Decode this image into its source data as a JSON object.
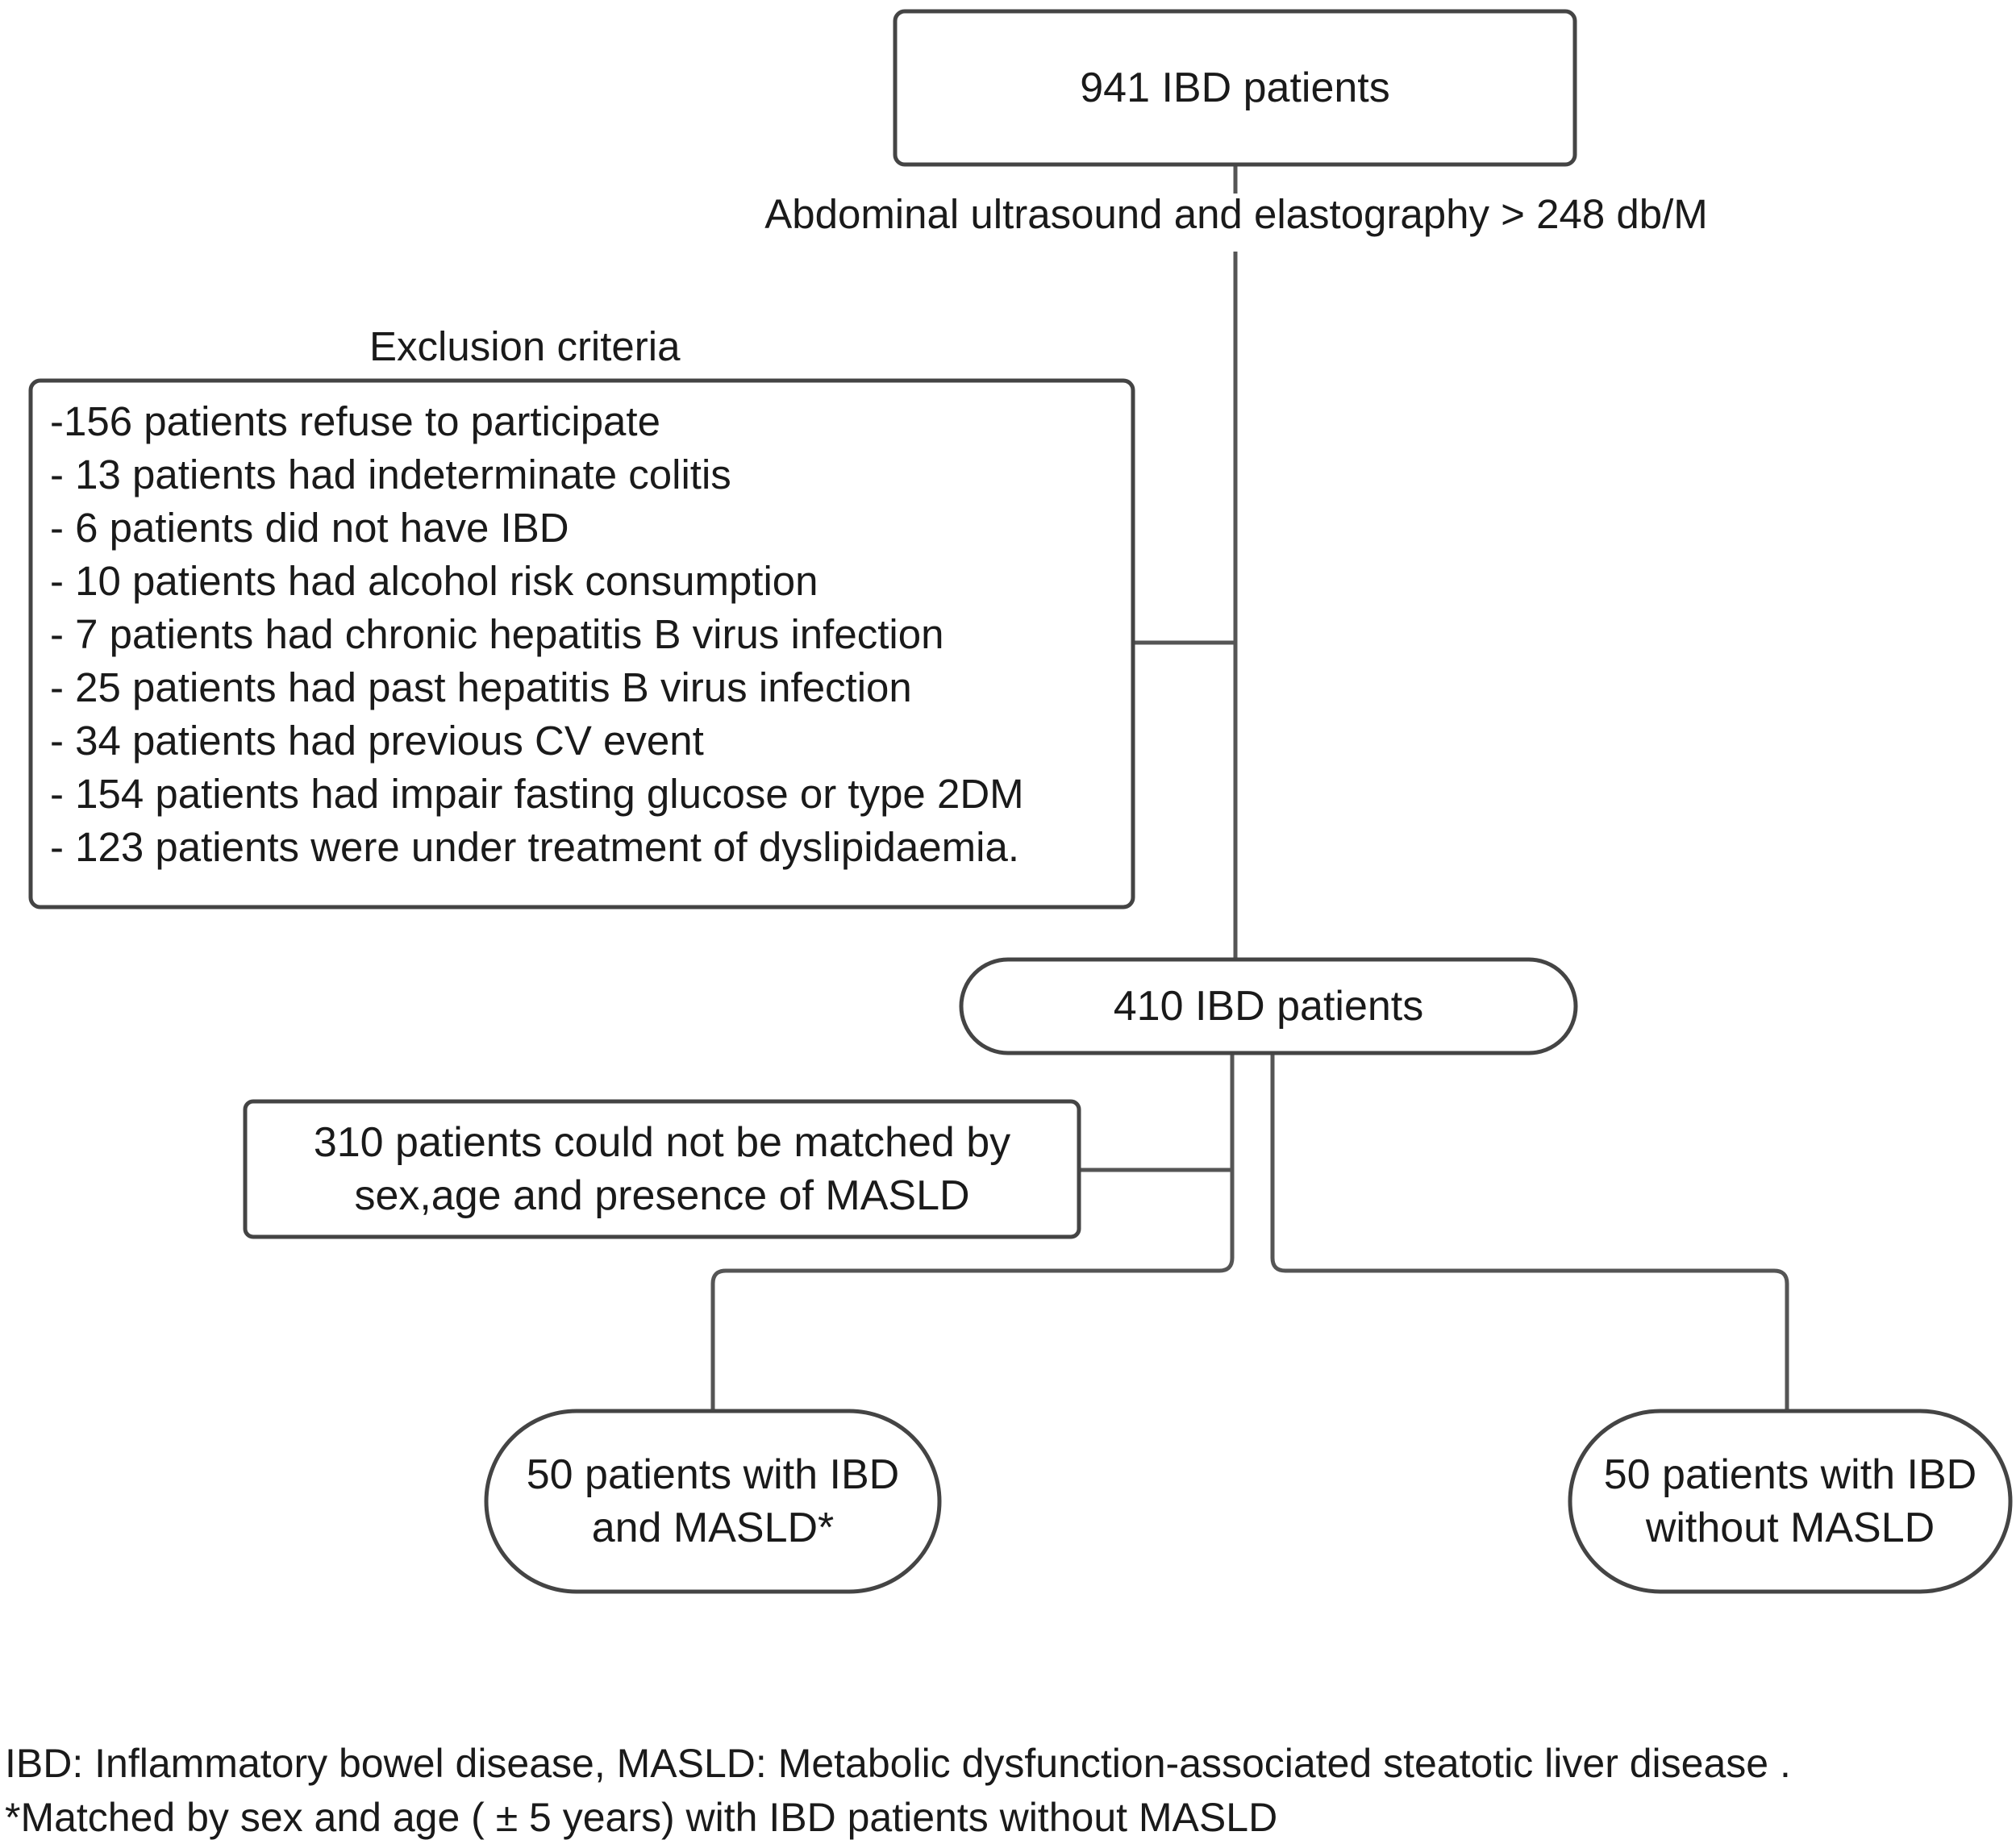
{
  "top_box": {
    "label": "941 IBD patients"
  },
  "step_label": "Abdominal ultrasound and elastography > 248 db/M",
  "exclusion": {
    "title": "Exclusion criteria",
    "items": [
      "-156 patients refuse to participate",
      "- 13 patients had indeterminate colitis",
      "- 6 patients did not have IBD",
      "- 10 patients had alcohol risk consumption",
      "- 7 patients had chronic hepatitis B virus infection",
      "- 25 patients had past hepatitis B virus infection",
      "- 34 patients had previous CV event",
      "- 154 patients had impair fasting glucose or type 2DM",
      "- 123 patients were under treatment of dyslipidaemia."
    ]
  },
  "middle_node": {
    "label": "410 IBD patients"
  },
  "unmatched_box": {
    "line1": "310 patients could not be matched by",
    "line2": "sex,age and presence of MASLD"
  },
  "left_outcome": {
    "line1": "50 patients with IBD",
    "line2": "and MASLD*"
  },
  "right_outcome": {
    "line1": "50 patients with IBD",
    "line2": "without MASLD"
  },
  "footnotes": {
    "line1": "IBD: Inflammatory bowel disease, MASLD: Metabolic dysfunction-associated steatotic liver disease .",
    "line2": "*Matched by sex and age ( ± 5 years) with IBD patients  without MASLD"
  }
}
